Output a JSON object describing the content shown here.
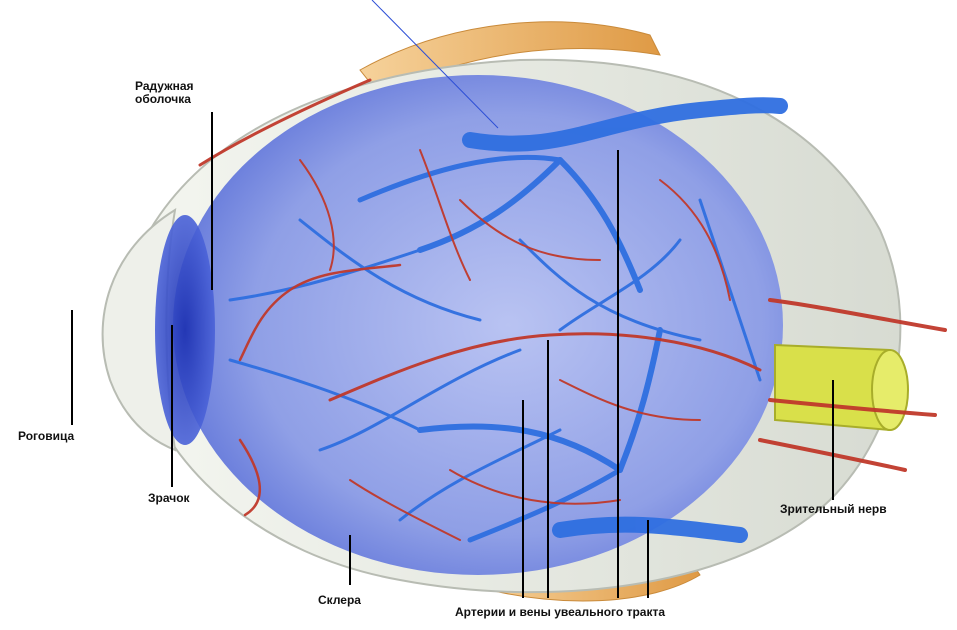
{
  "diagram": {
    "labels": {
      "iris_line1": "Радужная",
      "iris_line2": "оболочка",
      "cornea": "Роговица",
      "pupil": "Зрачок",
      "sclera": "Склера",
      "uveal_vessels": "Артерии и вены увеального тракта",
      "optic_nerve": "Зрительный нерв"
    },
    "colors": {
      "vein": "#2f6fe0",
      "artery": "#c0392b",
      "eyeball_fill": "#8f9fe6",
      "sclera": "#e8ebe4",
      "muscle": "#e8a85b",
      "optic_nerve": "#d9e04a"
    }
  }
}
